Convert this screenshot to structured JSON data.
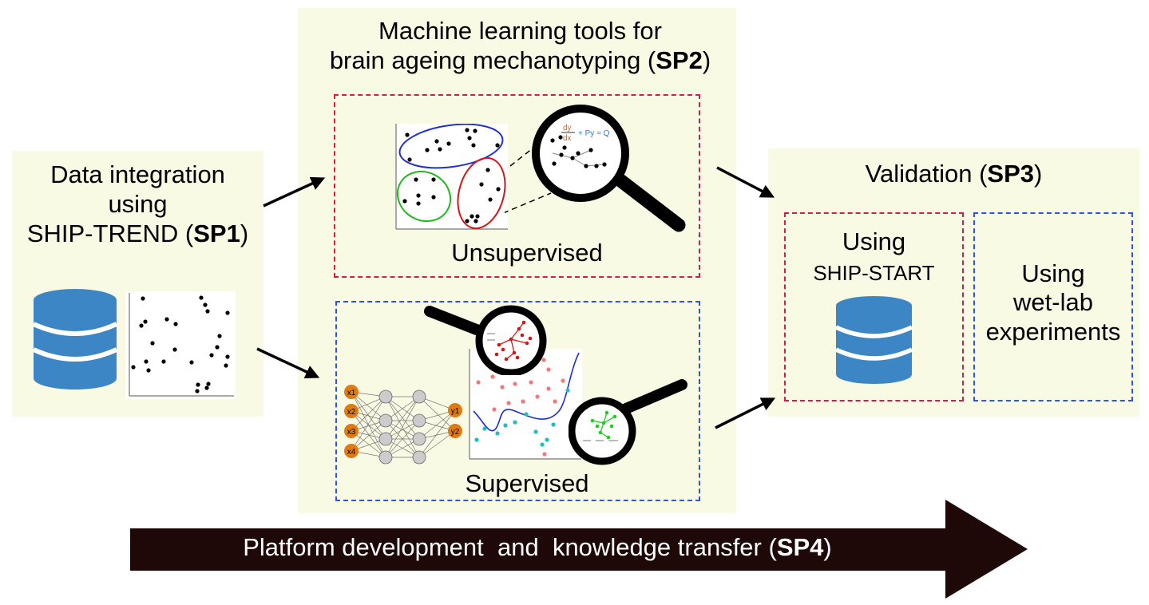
{
  "sp1": {
    "line1": "Data integration",
    "line2": "using",
    "line3_prefix": "SHIP-TREND (",
    "line3_bold": "SP1",
    "line3_suffix": ")"
  },
  "sp2": {
    "line1": "Machine learning tools for",
    "line2_prefix": "brain ageing mechanotyping (",
    "line2_bold": "SP2",
    "line2_suffix": ")",
    "unsupervised_label": "Unsupervised",
    "supervised_label": "Supervised",
    "equation": {
      "dy": "dy",
      "dx": "dx",
      "rest": "+ Py = Q"
    },
    "nn": {
      "inputs": [
        "x1",
        "x2",
        "x3",
        "x4"
      ],
      "outputs": [
        "y1",
        "y2"
      ]
    }
  },
  "sp3": {
    "title_prefix": "Validation (",
    "title_bold": "SP3",
    "title_suffix": ")",
    "left_line1": "Using",
    "left_line2": "SHIP-START",
    "right_line1": "Using",
    "right_line2": "wet-lab",
    "right_line3": "experiments"
  },
  "sp4": {
    "label_prefix": "Platform development  and  knowledge transfer (",
    "label_bold": "SP4",
    "label_suffix": ")"
  },
  "colors": {
    "panel_bg": "#f8fae3",
    "red_dash": "#d01e52",
    "blue_dash": "#2d55e0",
    "database": "#3d86c6",
    "arrow_band": "#1e0808",
    "nn_input_node": "#e07b14"
  },
  "icons": [
    "database-icon",
    "scatter-plot-icon",
    "magnifier-icon",
    "neural-network-icon"
  ]
}
